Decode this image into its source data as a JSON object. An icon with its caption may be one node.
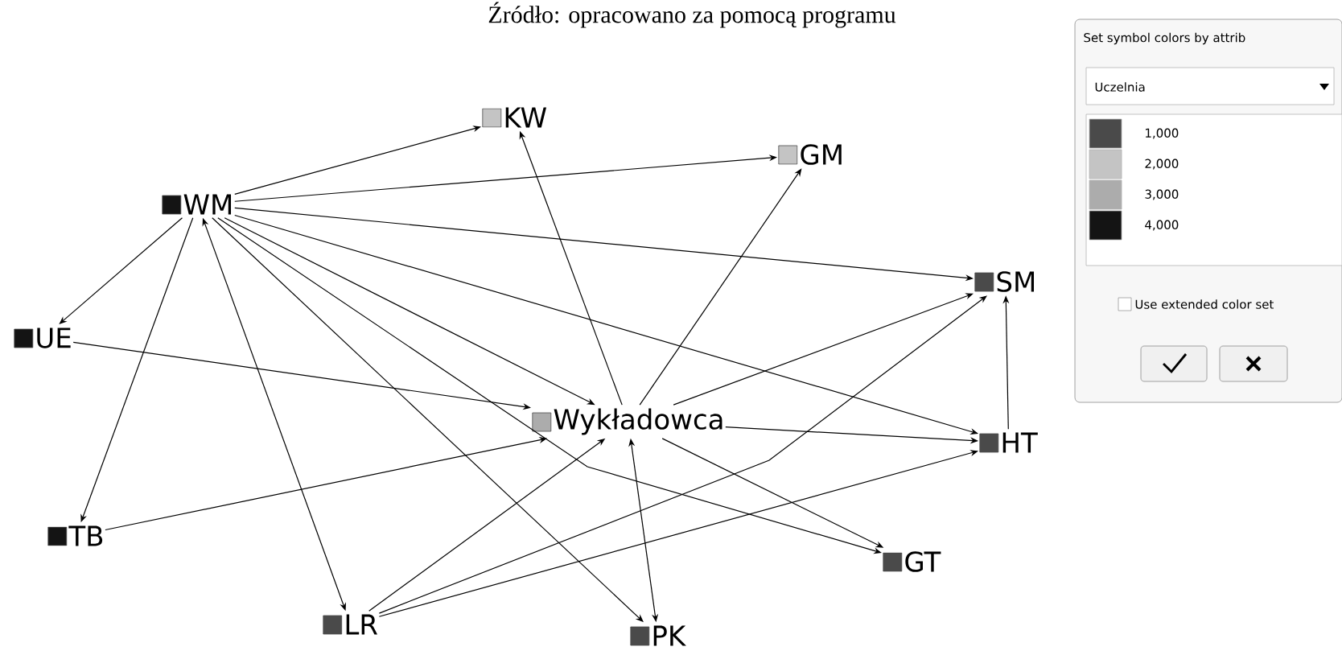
{
  "diagram": {
    "caption": "Źródło: opracowano za pomocą programu",
    "nodes": [
      {
        "text": [
          "WM"
        ]
      },
      {
        "text": [
          "KW"
        ]
      },
      {
        "text": [
          "GM"
        ]
      },
      {
        "text": [
          "UE"
        ]
      },
      {
        "text": [
          "Wykładowca"
        ]
      },
      {
        "text": [
          "SM"
        ]
      },
      {
        "text": [
          "HT"
        ]
      },
      {
        "text": [
          "TB"
        ]
      },
      {
        "text": [
          "LR"
        ]
      },
      {
        "text": [
          "PK"
        ]
      },
      {
        "text": [
          "GT"
        ]
      }
    ],
    "edges": [
      {
        "from": 0,
        "to": 1,
        "arrow": "to"
      },
      {
        "from": 0,
        "to": 2,
        "arrow": "to"
      },
      {
        "from": 0,
        "to": 5,
        "arrow": "to"
      },
      {
        "from": 0,
        "to": 6,
        "arrow": "to"
      },
      {
        "from": 0,
        "to": 4,
        "arrow": "to"
      },
      {
        "from": 0,
        "to": 10,
        "arrow": "to"
      },
      {
        "from": 0,
        "to": 9,
        "arrow": "to"
      },
      {
        "from": 0,
        "to": 8,
        "arrow": "both"
      },
      {
        "from": 0,
        "to": 7,
        "arrow": "to"
      },
      {
        "from": 0,
        "to": 3,
        "arrow": "to"
      },
      {
        "from": 3,
        "to": 4,
        "arrow": "to"
      },
      {
        "from": 7,
        "to": 4,
        "arrow": "to"
      },
      {
        "from": 8,
        "to": 4,
        "arrow": "to"
      },
      {
        "from": 8,
        "to": 5,
        "arrow": "to"
      },
      {
        "from": 8,
        "to": 6,
        "arrow": "to"
      },
      {
        "from": 4,
        "to": 1,
        "arrow": "to"
      },
      {
        "from": 4,
        "to": 2,
        "arrow": "to"
      },
      {
        "from": 4,
        "to": 5,
        "arrow": "to"
      },
      {
        "from": 4,
        "to": 6,
        "arrow": "to"
      },
      {
        "from": 4,
        "to": 9,
        "arrow": "both"
      },
      {
        "from": 4,
        "to": 10,
        "arrow": "to"
      },
      {
        "from": 6,
        "to": 5,
        "arrow": "to"
      }
    ],
    "labels": [
      "Set symbol colors by attrib",
      "Uczelnia",
      "Use extended color set"
    ],
    "legend": [
      {
        "text": "1,000",
        "color": "#4a4a4a"
      },
      {
        "text": "2,000",
        "color": "#c4c4c4"
      },
      {
        "text": "3,000",
        "color": "#acacac"
      },
      {
        "text": "4,000",
        "color": "#141414"
      }
    ]
  }
}
